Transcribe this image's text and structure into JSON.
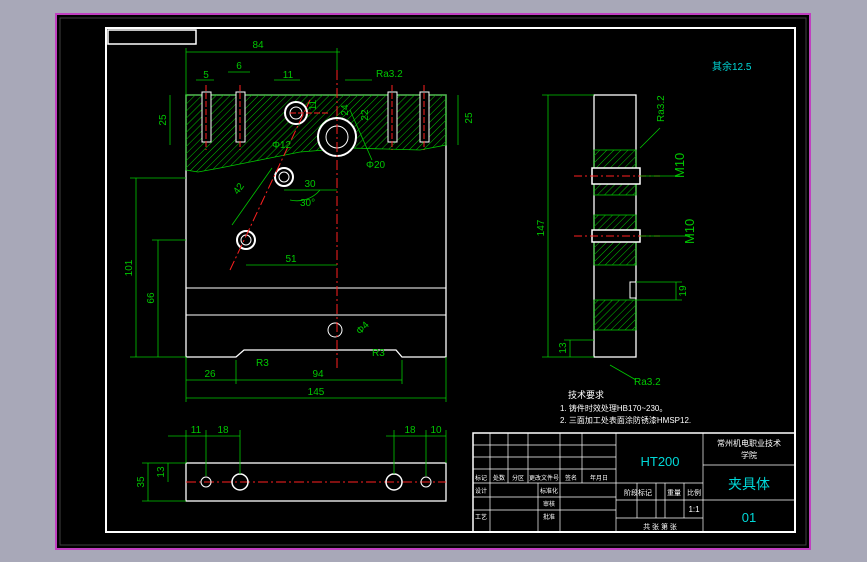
{
  "colors": {
    "window_bg": "#a8a8b8",
    "sheet_bg": "#000000",
    "sheet_border": "#c040c0",
    "frame": "#ffffff",
    "dimension": "#00c800",
    "centerline": "#ff2020",
    "hatch": "#00c800",
    "title_text": "#00d8d8",
    "text": "#ffffff"
  },
  "front_view": {
    "dims": {
      "d84": "84",
      "d5": "5",
      "d6": "6",
      "d11a": "11",
      "d11b": "11",
      "ra_top": "Ra3.2",
      "d25_left": "25",
      "d24": "24",
      "d22": "22",
      "d25_right": "25",
      "d12": "Φ12",
      "d20": "Φ20",
      "d30": "30",
      "d30deg": "30°",
      "d42": "42",
      "d51": "51",
      "d101": "101",
      "d66": "66",
      "d4": "Φ4",
      "r3_left": "R3",
      "r3_right": "R3",
      "d26": "26",
      "d94": "94",
      "d145": "145"
    }
  },
  "side_view": {
    "dims": {
      "d147": "147",
      "ra_top": "Ra3.2",
      "m10_top": "M10",
      "m10_bottom": "M10",
      "d19": "19",
      "d13": "13",
      "ra_bottom": "Ra3.2"
    }
  },
  "roughness_note": "其余12.5",
  "top_view": {
    "dims": {
      "d11": "11",
      "d18a": "18",
      "d18b": "18",
      "d10": "10",
      "d13": "13",
      "d35": "35"
    }
  },
  "tech_requirements": {
    "title": "技术要求",
    "items": [
      "1. 铸件时效处理HB170~230。",
      "2. 三面加工处表面涂防锈漆HMSP12."
    ]
  },
  "title_block": {
    "material": "HT200",
    "school_line1": "常州机电职业技术",
    "school_line2": "学院",
    "part_name": "夹具体",
    "drawing_no": "01",
    "scale": "1:1",
    "stage_label": "阶段标记",
    "weight_label": "重量",
    "scale_label": "比例",
    "sheet_label": "共    张    第    张",
    "left_cells": [
      "标记",
      "处数",
      "分区",
      "更改文件号",
      "签名",
      "年月日",
      "设计",
      "标准化",
      "审核",
      "工艺",
      "批准"
    ]
  }
}
